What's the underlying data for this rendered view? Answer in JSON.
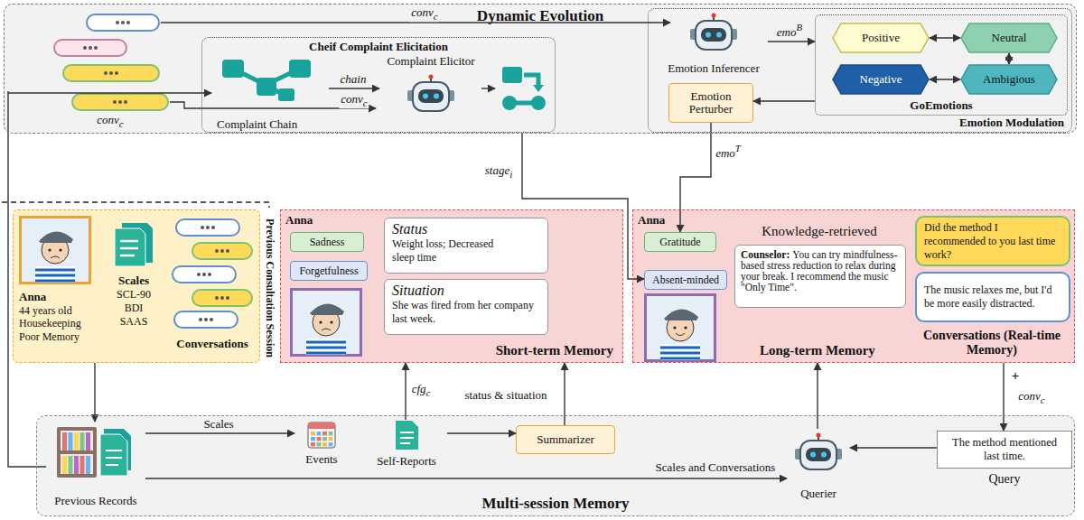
{
  "diagram": {
    "nodes": [
      {
        "text": [
          "Dynamic Evolution"
        ]
      },
      {
        "text": [
          "Cheif Complaint Elicitation"
        ],
        "in": 0
      },
      {
        "text": [
          "Complaint Chain"
        ],
        "in": 1
      },
      {
        "text": [
          "Complaint Elicitor"
        ],
        "in": 1
      },
      {
        "text": [
          "Emotion Modulation"
        ],
        "in": 0
      },
      {
        "text": [
          "Emotion Inferencer"
        ],
        "in": 4
      },
      {
        "text": [
          "GoEmotions"
        ],
        "in": 4
      },
      {
        "text": [
          "Positive"
        ],
        "in": 6
      },
      {
        "text": [
          "Neutral"
        ],
        "in": 6
      },
      {
        "text": [
          "Negative"
        ],
        "in": 6
      },
      {
        "text": [
          "Ambigious"
        ],
        "in": 6
      },
      {
        "text": [
          "Emotion Perturber"
        ],
        "in": 4
      },
      {
        "text": [
          "Previous Consultation Session"
        ]
      },
      {
        "text": [
          "Anna",
          "44 years old Housekeeping Poor Memory"
        ],
        "in": 12
      },
      {
        "text": [
          "Scales",
          "SCL-90 BDI SAAS"
        ],
        "in": 12
      },
      {
        "text": [
          "Conversations"
        ],
        "in": 12
      },
      {
        "text": [
          "Short-term Memory"
        ]
      },
      {
        "text": [
          "Sadness"
        ],
        "in": 16
      },
      {
        "text": [
          "Forgetfulness"
        ],
        "in": 16
      },
      {
        "text": [
          "Status",
          "Weight loss; Decreased sleep time"
        ],
        "in": 16
      },
      {
        "text": [
          "Situation",
          "She was fired from her company last week."
        ],
        "in": 16
      },
      {
        "text": [
          "Long-term Memory"
        ]
      },
      {
        "text": [
          "Gratitude"
        ],
        "in": 21
      },
      {
        "text": [
          "Absent-minded"
        ],
        "in": 21
      },
      {
        "text": [
          "Counselor:",
          "You can try mindfulness-based stress reduction to relax during your break. I recommend the music \"Only Time\"."
        ],
        "in": 21
      },
      {
        "text": [
          "Did the method I recommended to you last time work?"
        ],
        "in": 21
      },
      {
        "text": [
          "The music relaxes me, but I'd be more easily distracted."
        ],
        "in": 21
      },
      {
        "text": [
          "Multi-session Memory"
        ]
      },
      {
        "text": [
          "Previous Records"
        ],
        "in": 27
      },
      {
        "text": [
          "Events"
        ],
        "in": 27
      },
      {
        "text": [
          "Self-Reports"
        ],
        "in": 27
      },
      {
        "text": [
          "Summarizer"
        ],
        "in": 27
      },
      {
        "text": [
          "Querier"
        ],
        "in": 27
      },
      {
        "text": [
          "The method mentioned last time.",
          "Query"
        ],
        "in": 27
      }
    ],
    "edges": [
      {
        "from": 2,
        "to": 3,
        "label": "chain",
        "arrow": "to"
      },
      {
        "from": 5,
        "to": 6,
        "label": "emoB",
        "arrow": "to"
      },
      {
        "from": 7,
        "to": 8,
        "arrow": "both"
      },
      {
        "from": 8,
        "to": 10,
        "arrow": "both"
      },
      {
        "from": 9,
        "to": 10,
        "arrow": "both"
      },
      {
        "from": 6,
        "to": 11,
        "arrow": "to"
      },
      {
        "from": 11,
        "to": 22,
        "label": "emoT",
        "arrow": "to"
      },
      {
        "from": 1,
        "to": 23,
        "label": "stagei",
        "arrow": "to"
      },
      {
        "from": 12,
        "to": 28,
        "arrow": "to"
      },
      {
        "from": 28,
        "to": 2,
        "arrow": "to"
      },
      {
        "from": 28,
        "to": 29,
        "label": "Scales",
        "arrow": "to"
      },
      {
        "from": 30,
        "to": 31,
        "arrow": "to"
      },
      {
        "from": 30,
        "to": 16,
        "label": "cfgc",
        "arrow": "to"
      },
      {
        "from": 31,
        "to": 16,
        "label": "status & situation",
        "arrow": "to"
      },
      {
        "from": 28,
        "to": 32,
        "label": "Scales and Conversations",
        "arrow": "to"
      },
      {
        "from": 32,
        "to": 21,
        "arrow": "to"
      },
      {
        "from": 33,
        "to": 32,
        "arrow": "to"
      },
      {
        "from": 21,
        "to": 33,
        "label": "convc",
        "arrow": "to"
      }
    ],
    "labels": [
      "convc",
      "convc",
      "convc",
      "Anna",
      "Anna",
      "Knowledge-retrieved",
      "Conversations (Real-time Memory)",
      "+"
    ]
  }
}
